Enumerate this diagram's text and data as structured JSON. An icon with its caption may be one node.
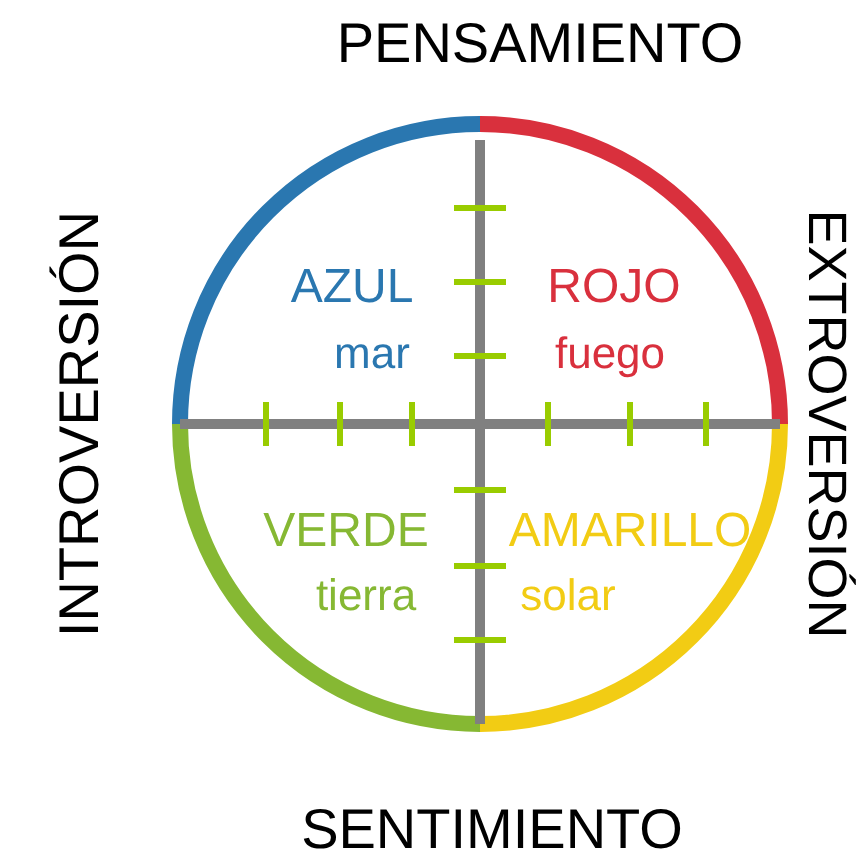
{
  "diagram": {
    "labels": [
      "PENSAMIENTO",
      "INTROVERSIÓN",
      "AZUL",
      "mar",
      "ROJO",
      "fuego",
      "EXTROVERSIÓN",
      "VERDE",
      "tierra",
      "AMARILLO",
      "solar",
      "SENTIMIENTO"
    ]
  }
}
